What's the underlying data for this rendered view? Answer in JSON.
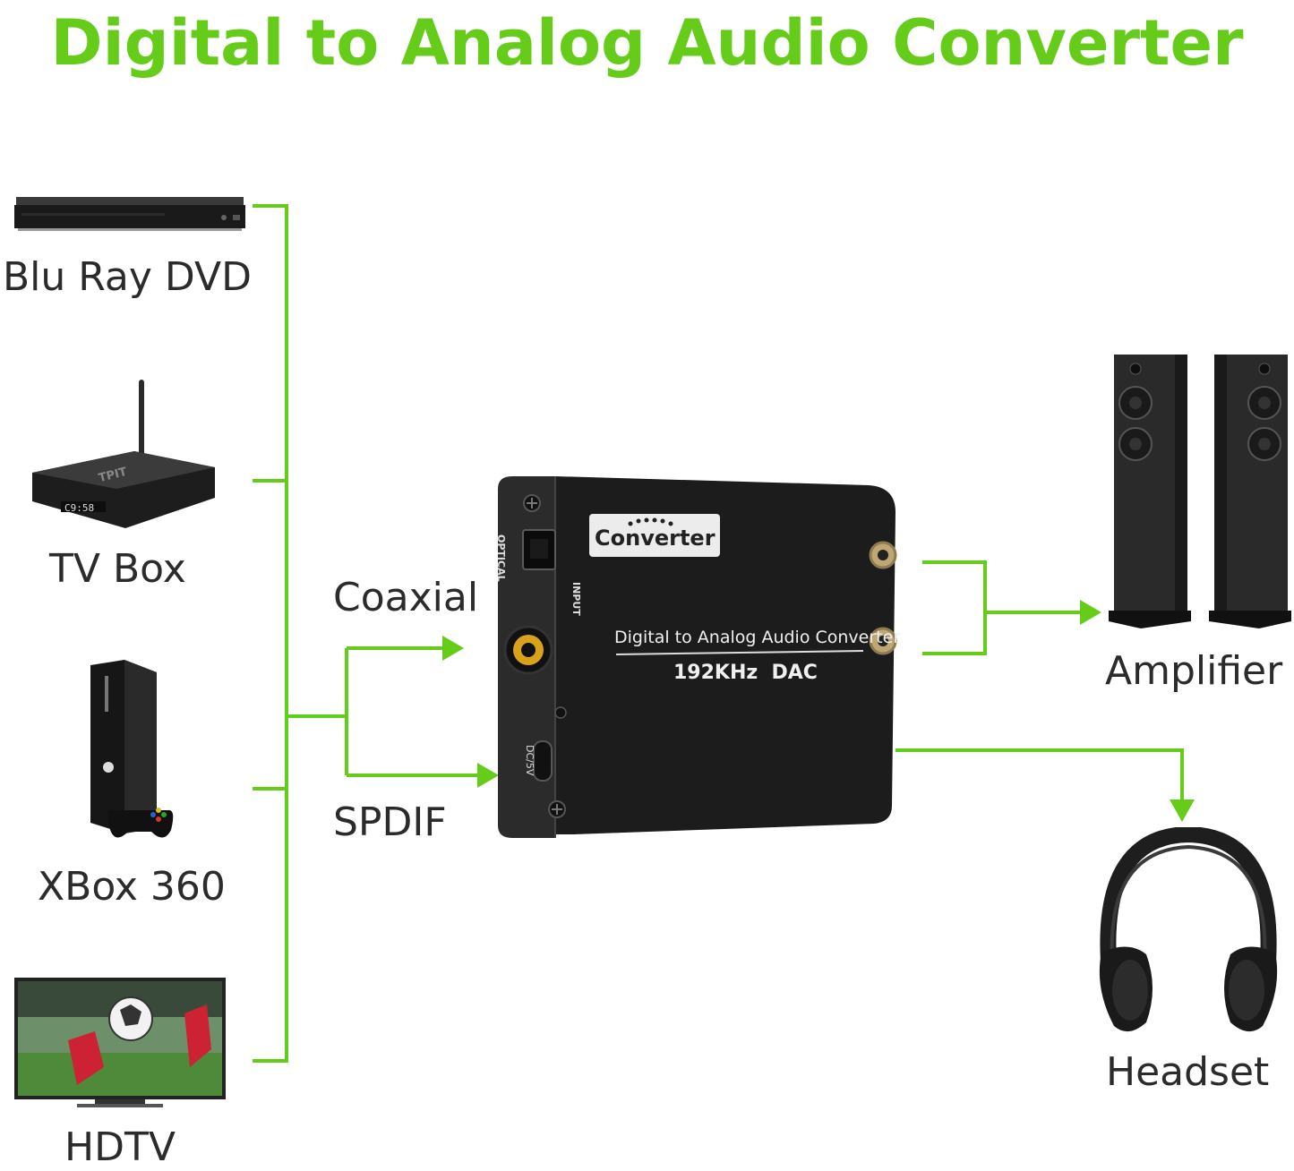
{
  "title": "Digital to Analog Audio Converter",
  "colors": {
    "accent": "#66cc1a",
    "text": "#2b2b2b",
    "device": "#1c1c1c"
  },
  "sources": [
    {
      "label": "Blu Ray DVD",
      "icon": "blu-ray-player-icon"
    },
    {
      "label": "TV Box",
      "icon": "tv-box-icon"
    },
    {
      "label": "XBox 360",
      "icon": "xbox-360-icon"
    },
    {
      "label": "HDTV",
      "icon": "hdtv-icon"
    }
  ],
  "inputs": {
    "coaxial": "Coaxial",
    "spdif": "SPDIF"
  },
  "converter": {
    "brand": "Converter",
    "name": "Digital to Analog Audio Converter",
    "spec": "192KHz  DAC",
    "port_optical": "OPTICAL",
    "port_input": "INPUT",
    "port_power": "DC/5V"
  },
  "outputs": [
    {
      "label": "Amplifier",
      "icon": "speakers-icon"
    },
    {
      "label": "Headset",
      "icon": "headphones-icon"
    }
  ]
}
